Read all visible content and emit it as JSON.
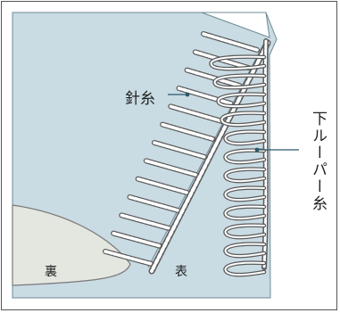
{
  "labels": {
    "needle_thread": "針糸",
    "lower_looper_thread": "下ルーパー糸",
    "back_side": "裏",
    "front_side": "表"
  },
  "colors": {
    "fabric": "#c9dbe3",
    "reverse_fabric": "#e4e6e0",
    "thread_fill": "#ffffff",
    "thread_stroke": "#5a5a5a",
    "leader": "#2a5a6a",
    "frame": "#555555"
  }
}
